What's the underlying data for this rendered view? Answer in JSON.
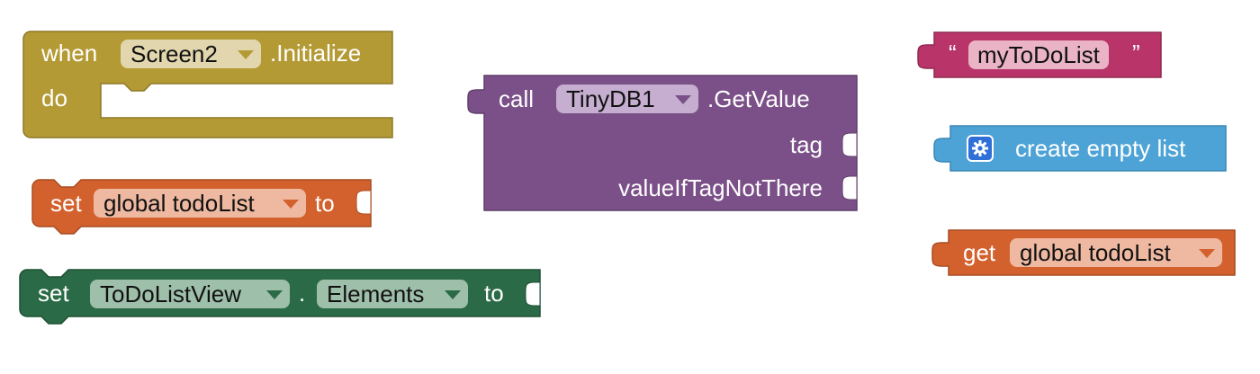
{
  "colors": {
    "control": "#B49A34",
    "variable_set": "#D3612D",
    "component_set": "#2A6A46",
    "tinydb": "#7B5088",
    "text": "#B83469",
    "list": "#4EA3D6",
    "variable_get": "#D3612D"
  },
  "blocks": {
    "when_initialize": {
      "when_label": "when",
      "component": "Screen2",
      "event_label": ".Initialize",
      "do_label": "do"
    },
    "set_global": {
      "set_label": "set",
      "variable": "global todoList",
      "to_label": "to"
    },
    "set_property": {
      "set_label": "set",
      "component": "ToDoListView",
      "dot": ".",
      "property": "Elements",
      "to_label": "to"
    },
    "tinydb_getvalue": {
      "call_label": "call",
      "component": "TinyDB1",
      "method_label": ".GetValue",
      "arg1": "tag",
      "arg2": "valueIfTagNotThere"
    },
    "text_string": {
      "open_quote": "“",
      "value": "myToDoList",
      "close_quote": "”"
    },
    "create_empty_list": {
      "icon": "gear-icon",
      "label": "create empty list"
    },
    "get_global": {
      "get_label": "get",
      "variable": "global todoList"
    }
  }
}
